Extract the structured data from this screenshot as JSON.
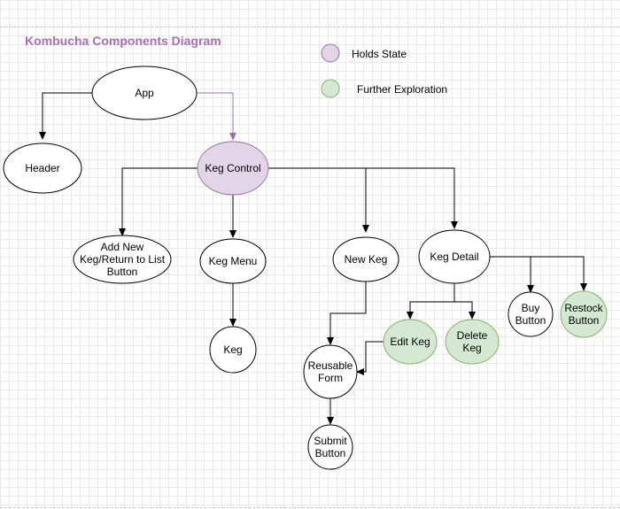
{
  "title": "Kombucha Components Diagram",
  "colors": {
    "title": "#a86fb3",
    "holds_state_fill": "#e1d5e7",
    "holds_state_stroke": "#9673a6",
    "explore_fill": "#d5e8d4",
    "explore_stroke": "#82b366",
    "default_fill": "#ffffff",
    "default_stroke": "#000000"
  },
  "legend": {
    "holds_state": "Holds State",
    "further_exploration": "Further Exploration"
  },
  "nodes": {
    "app": [
      "App"
    ],
    "header": [
      "Header"
    ],
    "keg_control": [
      "Keg Control"
    ],
    "add_new_keg_button": [
      "Add New",
      "Keg/Return to List",
      "Button"
    ],
    "keg_menu": [
      "Keg Menu"
    ],
    "keg": [
      "Keg"
    ],
    "new_keg": [
      "New Keg"
    ],
    "keg_detail": [
      "Keg Detail"
    ],
    "reusable_form": [
      "Reusable",
      "Form"
    ],
    "submit_button": [
      "Submit",
      "Button"
    ],
    "edit_keg": [
      "Edit Keg"
    ],
    "delete_keg": [
      "Delete",
      "Keg"
    ],
    "buy_button": [
      "Buy",
      "Button"
    ],
    "restock_button": [
      "Restock",
      "Button"
    ]
  }
}
